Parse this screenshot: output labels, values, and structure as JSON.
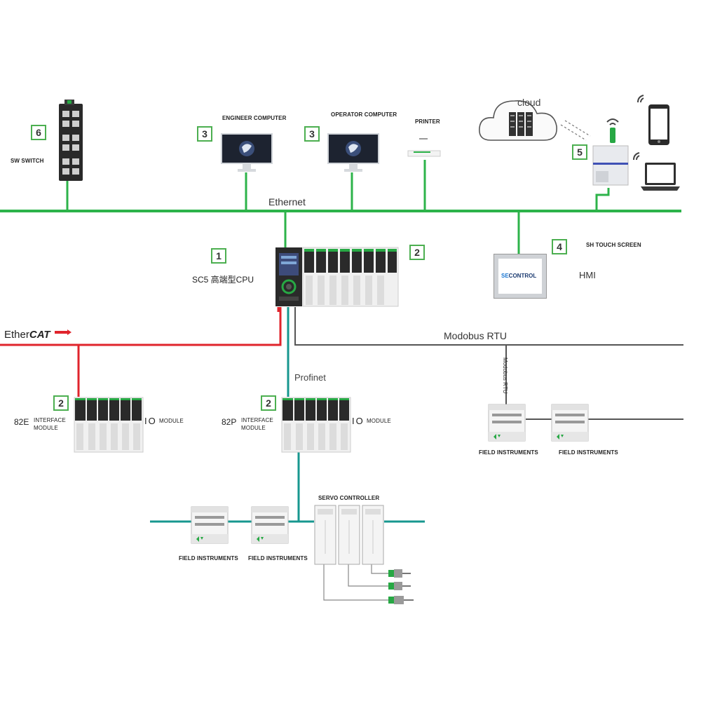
{
  "networks": {
    "ethernet": "Ethernet",
    "profinet": "Profinet",
    "modbus": "Modobus RTU",
    "modbus_vertical": "Modobus RTU",
    "ethercat_ether": "Ether",
    "ethercat_cat": "CAT"
  },
  "devices": {
    "sw_switch": {
      "badge": "6",
      "label": "SW SWITCH"
    },
    "engineer_computer": {
      "badge": "3",
      "label": "ENGINEER COMPUTER"
    },
    "operator_computer": {
      "badge": "3",
      "label": "OPERATOR COMPUTER"
    },
    "printer": {
      "label": "PRINTER"
    },
    "cloud": {
      "label": "cloud"
    },
    "gateway": {
      "badge": "5"
    },
    "hmi": {
      "badge": "4",
      "title": "SH TOUCH SCREEN",
      "label": "HMI",
      "screen_brand_se": "SE",
      "screen_brand_control": "CONTROL"
    },
    "cpu": {
      "badge": "1",
      "label": "SC5 高端型CPU",
      "io_badge": "2"
    },
    "interface_82e": {
      "badge": "2",
      "model": "82E",
      "interface_label": "INTERFACE",
      "module_label": "MODULE",
      "io": "IO",
      "io_module": "MODULE"
    },
    "interface_82p": {
      "badge": "2",
      "model": "82P",
      "interface_label": "INTERFACE",
      "module_label": "MODULE",
      "io": "IO",
      "io_module": "MODULE"
    },
    "field_instruments_modbus": [
      "FIELD INSTRUMENTS",
      "FIELD INSTRUMENTS"
    ],
    "field_instruments_profinet": [
      "FIELD INSTRUMENTS",
      "FIELD INSTRUMENTS"
    ],
    "servo_controller": {
      "label": "SERVO CONTROLLER"
    }
  },
  "colors": {
    "ethernet": "#2db34a",
    "ethercat": "#e0242c",
    "profinet": "#17978f",
    "modbus": "#555555",
    "badge_border": "#4caf50"
  }
}
